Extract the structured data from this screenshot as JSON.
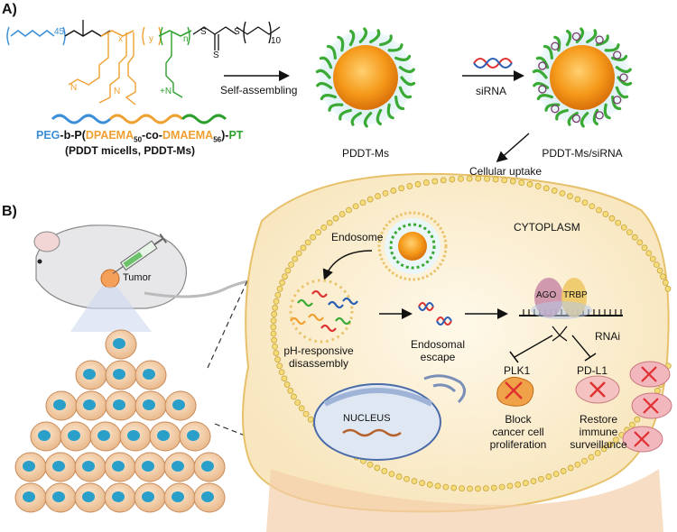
{
  "panel_a": {
    "letter": "A)",
    "peg_repeat": "45",
    "x_sub": "x",
    "y_sub": "y",
    "n_sub": "n",
    "alkyl_repeat": "10",
    "sulfur": "S",
    "nitrogen": "N",
    "nplus": "+N",
    "formula": {
      "peg": "PEG",
      "b": "-b-",
      "p": "P(",
      "dpaema": "DPAEMA",
      "dpaema_sub": "50",
      "co": "-co-",
      "dmaema": "DMAEMA",
      "dmaema_sub": "56",
      "pt_close": ")-",
      "pt": "PT"
    },
    "formula_line2": "(PDDT micells, PDDT-Ms)",
    "self_assembling": "Self-assembling",
    "sirna": "siRNA",
    "pddt_ms": "PDDT-Ms",
    "pddt_ms_sirna": "PDDT-Ms/siRNA",
    "cellular_uptake": "Cellular uptake"
  },
  "panel_b": {
    "letter": "B)",
    "tumor": "Tumor",
    "endosome": "Endosome",
    "cytoplasm": "CYTOPLASM",
    "ago": "AGO",
    "trbp": "TRBP",
    "rnai": "RNAi",
    "ph_responsive": "pH-responsive",
    "disassembly": "disassembly",
    "endosomal": "Endosomal",
    "escape": "escape",
    "plk1": "PLK1",
    "pdl1": "PD-L1",
    "block1": "Block",
    "block2": "cancer cell",
    "block3": "proliferation",
    "restore1": "Restore",
    "restore2": "immune",
    "restore3": "surveillance",
    "nucleus": "NUCLEUS"
  },
  "colors": {
    "peg_blue": "#3b8fd8",
    "dpaema_orange": "#f0a030",
    "dmaema_green": "#2ca02c",
    "micelle_core": "#f59a1a",
    "corona_green": "#3aaa35",
    "cell_fill": "#fdf3dd",
    "membrane": "#e8c87a",
    "cancer_cell": "#f7d9b8",
    "cancer_nucleus": "#2a9fc9"
  }
}
